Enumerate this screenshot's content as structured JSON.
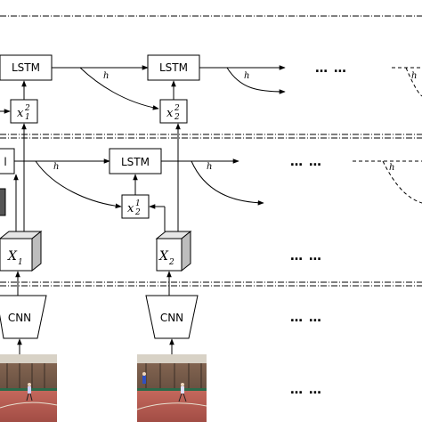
{
  "top_layer": {
    "cells": [
      {
        "label": "LSTM"
      },
      {
        "label": "LSTM"
      }
    ],
    "inputs": [
      {
        "base": "x",
        "sup": "2",
        "sub": "1"
      },
      {
        "base": "x",
        "sup": "2",
        "sub": "2"
      }
    ],
    "hidden_labels": [
      "h",
      "h",
      "h"
    ],
    "ellipsis": "… …"
  },
  "bottom_layer": {
    "cells": [
      {
        "label": "l"
      },
      {
        "label": "LSTM"
      }
    ],
    "inputs": [
      {
        "base": "x",
        "sup": "1",
        "sub": "2"
      }
    ],
    "hidden_labels": [
      "h",
      "h",
      "h"
    ],
    "ellipsis": "… …"
  },
  "feature_cubes": [
    {
      "base": "X",
      "sub": "1"
    },
    {
      "base": "X",
      "sub": "2"
    }
  ],
  "feature_ellipsis": "… …",
  "cnn_blocks": [
    {
      "label": "CNN"
    },
    {
      "label": "CNN"
    }
  ],
  "cnn_ellipsis": "… …",
  "frames_ellipsis": "… …",
  "colors": {
    "court_floor": "#b85a52",
    "court_wall": "#5a4a3e",
    "stroke": "#000000"
  }
}
